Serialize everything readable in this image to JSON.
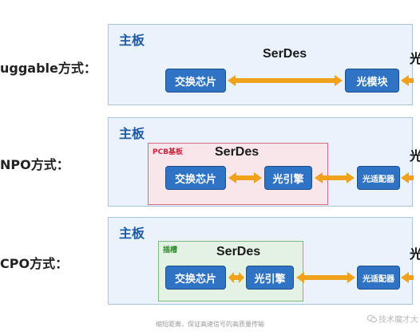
{
  "rows": [
    {
      "label": "uggable方式：",
      "panel_title": "主板",
      "serdes": "SerDes",
      "chips": {
        "switch": "交换芯片",
        "module": "光模块"
      },
      "edge_char": "光"
    },
    {
      "label": "NPO方式：",
      "panel_title": "主板",
      "subbox_tag": "PCB基板",
      "serdes": "SerDes",
      "chips": {
        "switch": "交换芯片",
        "engine": "光引擎",
        "adapter": "光适配器"
      },
      "edge_char": "光"
    },
    {
      "label": "CPO方式：",
      "panel_title": "主板",
      "subbox_tag": "插槽",
      "serdes": "SerDes",
      "chips": {
        "switch": "交换芯片",
        "engine": "光引擎",
        "adapter": "光适配器"
      },
      "edge_char": "光"
    }
  ],
  "caption": "缩短距离，保证高速信号的高质量传输",
  "watermark": "技术魔才大",
  "colors": {
    "arrow": "#f0a21c",
    "chip": "#2f73c4",
    "panel": "#eaf3fc"
  }
}
